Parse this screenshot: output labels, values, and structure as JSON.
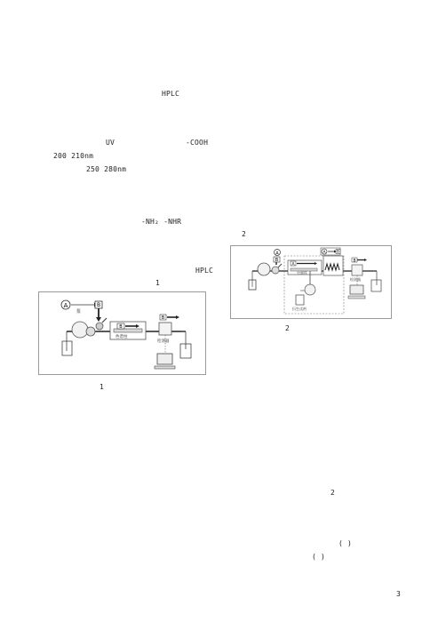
{
  "text": {
    "hplc_top": "HPLC",
    "uv": "UV",
    "cooh": "-COOH",
    "range1": "200  210nm",
    "range2": "250  280nm",
    "nh2_nhr": "-NH₂  -NHR",
    "fig2_num": "2",
    "hplc_mid": "HPLC",
    "fig1_num": "1",
    "fig1_caption": "1",
    "fig2_caption": "2",
    "lower_num": "2",
    "paren1": "(                 )",
    "paren2": "(               )",
    "page_number": "3"
  },
  "figure1": {
    "labels": {
      "a": "A",
      "b": "B",
      "b2": "B",
      "b3": "B",
      "pump_text": "泵",
      "column_text": "色谱柱",
      "detector_text": "检测器"
    }
  },
  "figure2": {
    "labels": {
      "a": "A",
      "b": "B",
      "a2": "A",
      "a3": "A",
      "b2": "B",
      "b3": "B",
      "column_text": "分离柱",
      "detector_text": "检测器",
      "reagent_text": "衍生试剂"
    }
  }
}
